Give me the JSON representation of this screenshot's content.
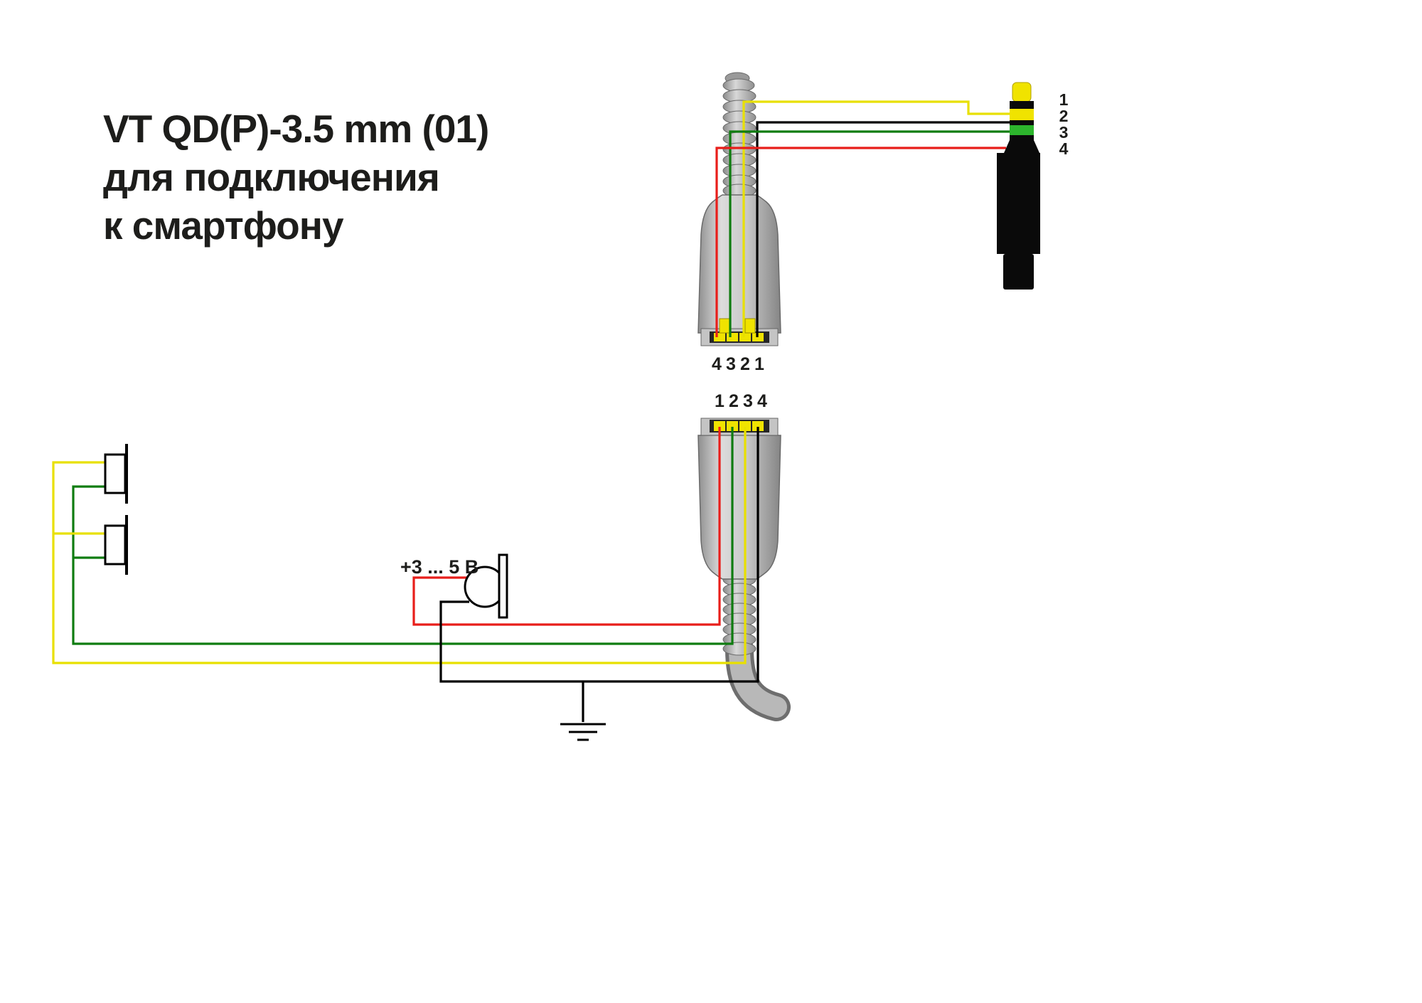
{
  "title": {
    "line1": "VT QD(P)-3.5 mm (01)",
    "line2": "для подключения",
    "line3": "к смартфону"
  },
  "colors": {
    "yellow": "#e8e000",
    "green": "#0f7c10",
    "red": "#e81e1a",
    "black": "#000000",
    "contact_yellow": "#f0e300",
    "jack_band_green": "#2db52d",
    "connector_light": "#d9d9d9",
    "connector_dark": "#8d8d8d",
    "text": "#1d1d1b"
  },
  "top_connector": {
    "pin_labels": [
      "4",
      "3",
      "2",
      "1"
    ]
  },
  "bottom_connector": {
    "pin_labels": [
      "1",
      "2",
      "3",
      "4"
    ]
  },
  "jack": {
    "pin_labels": [
      "1",
      "2",
      "3",
      "4"
    ]
  },
  "mic": {
    "voltage_label": "+3 ... 5 В"
  }
}
